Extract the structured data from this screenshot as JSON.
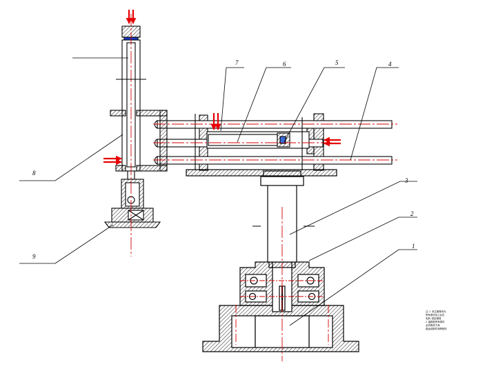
{
  "drawing": {
    "callouts": [
      {
        "id": "1",
        "label": "1"
      },
      {
        "id": "2",
        "label": "2"
      },
      {
        "id": "3",
        "label": "3"
      },
      {
        "id": "4",
        "label": "4"
      },
      {
        "id": "5",
        "label": "5"
      },
      {
        "id": "6",
        "label": "6"
      },
      {
        "id": "7",
        "label": "7"
      },
      {
        "id": "8",
        "label": "8"
      },
      {
        "id": "9",
        "label": "9"
      }
    ],
    "technical_notes": [
      "注: 1. 未注倒角均为",
      "      所有零件加工后去",
      "      毛刺, 锐边倒钝",
      "   2. 装配前所有零件",
      "      必须清洗干净,",
      "      各运动部件润滑良好."
    ],
    "colors": {
      "line": "#000000",
      "centerline": "#d40000",
      "pressure_arrow": "#e60000",
      "seal": "#1a3cc8",
      "hatch": "#000000"
    }
  }
}
